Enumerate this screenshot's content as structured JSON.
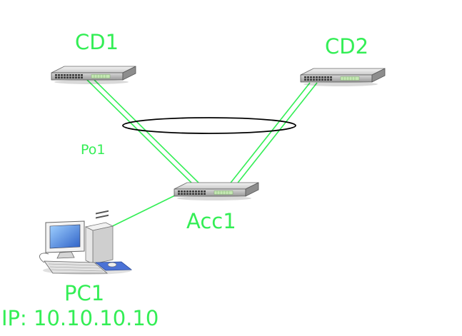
{
  "colors": {
    "label": "#33ee55",
    "link": "#33ee55",
    "portchannel_ring": "#000000"
  },
  "nodes": {
    "cd1": {
      "label": "CD1",
      "icon": "switch-icon"
    },
    "cd2": {
      "label": "CD2",
      "icon": "switch-icon"
    },
    "acc1": {
      "label": "Acc1",
      "icon": "switch-icon"
    },
    "pc1": {
      "label": "PC1",
      "ip": "IP: 10.10.10.10",
      "icon": "desktop-computer-icon"
    }
  },
  "portchannel": {
    "label": "Po1"
  }
}
